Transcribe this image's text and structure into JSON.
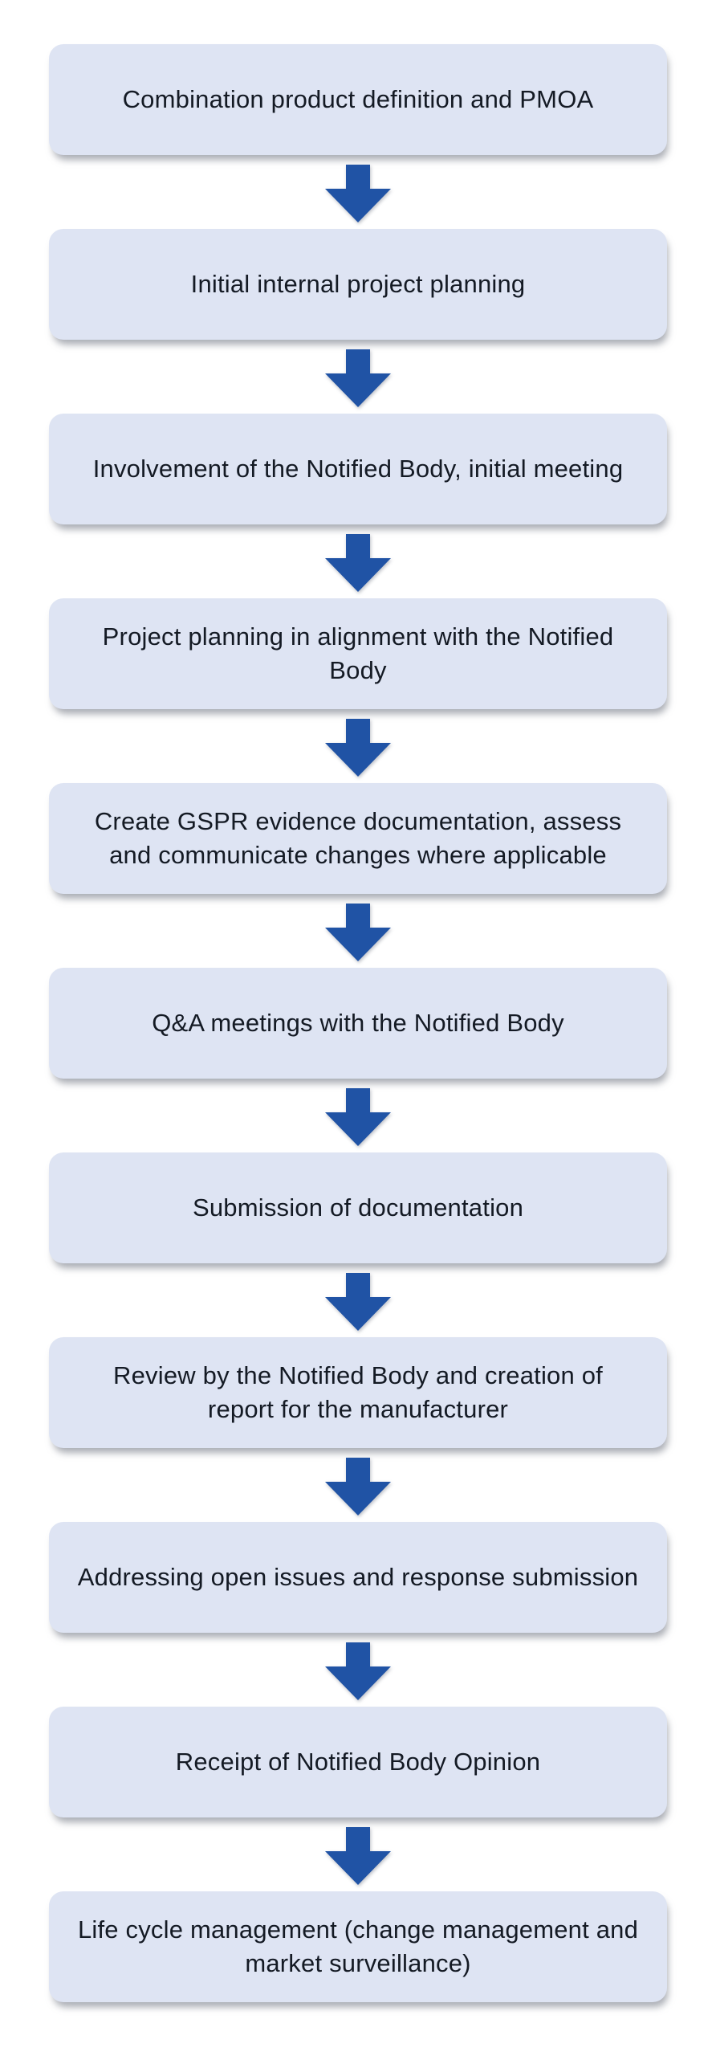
{
  "flowchart": {
    "steps": [
      {
        "label": "Combination product definition and PMOA"
      },
      {
        "label": "Initial internal project planning"
      },
      {
        "label": "Involvement of the Notified Body, initial meeting"
      },
      {
        "label": "Project planning in alignment with the Notified Body"
      },
      {
        "label": "Create GSPR evidence documentation, assess and communicate changes where applicable"
      },
      {
        "label": "Q&A meetings with the Notified Body"
      },
      {
        "label": "Submission of documentation"
      },
      {
        "label": "Review by the Notified Body and creation of report for the manufacturer"
      },
      {
        "label": "Addressing open issues and response submission"
      },
      {
        "label": "Receipt of Notified Body Opinion"
      },
      {
        "label": "Life cycle management (change management and market surveillance)"
      }
    ],
    "connector_icon": "down-arrow-icon",
    "colors": {
      "box_fill": "#dee4f3",
      "arrow": "#2053a5",
      "text": "#141a24",
      "background": "#ffffff"
    }
  }
}
